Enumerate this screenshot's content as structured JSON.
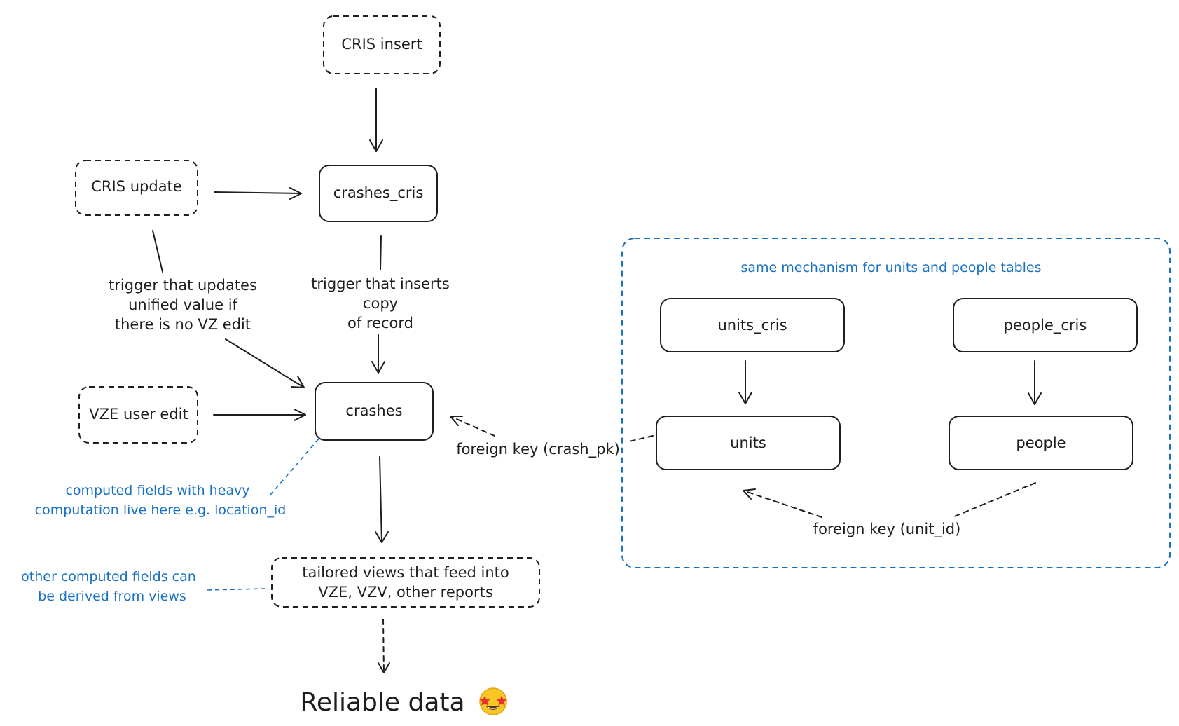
{
  "nodes": {
    "cris_insert": "CRIS insert",
    "cris_update": "CRIS update",
    "crashes_cris": "crashes_cris",
    "vze_user_edit": "VZE user edit",
    "crashes": "crashes",
    "tailored_views": [
      "tailored views that feed into",
      "VZE, VZV, other reports"
    ],
    "units_cris": "units_cris",
    "people_cris": "people_cris",
    "units": "units",
    "people": "people"
  },
  "labels": {
    "trigger_updates": [
      "trigger that updates",
      "unified value if",
      "there is no VZ edit"
    ],
    "trigger_inserts": [
      "trigger that inserts",
      "copy",
      "of record"
    ],
    "foreign_key_crash": "foreign key (crash_pk)",
    "foreign_key_unit": "foreign key (unit_id)"
  },
  "notes": {
    "group_title": "same mechanism for units and people tables",
    "computed_heavy": [
      "computed fields with heavy",
      "computation live here e.g. location_id"
    ],
    "computed_views": [
      "other computed fields can",
      "be derived from views"
    ]
  },
  "result": {
    "text": "Reliable data",
    "emoji": "🤩"
  },
  "colors": {
    "ink": "#1e1e1e",
    "note_blue": "#1971c2",
    "emoji_face": "#f9c623"
  }
}
